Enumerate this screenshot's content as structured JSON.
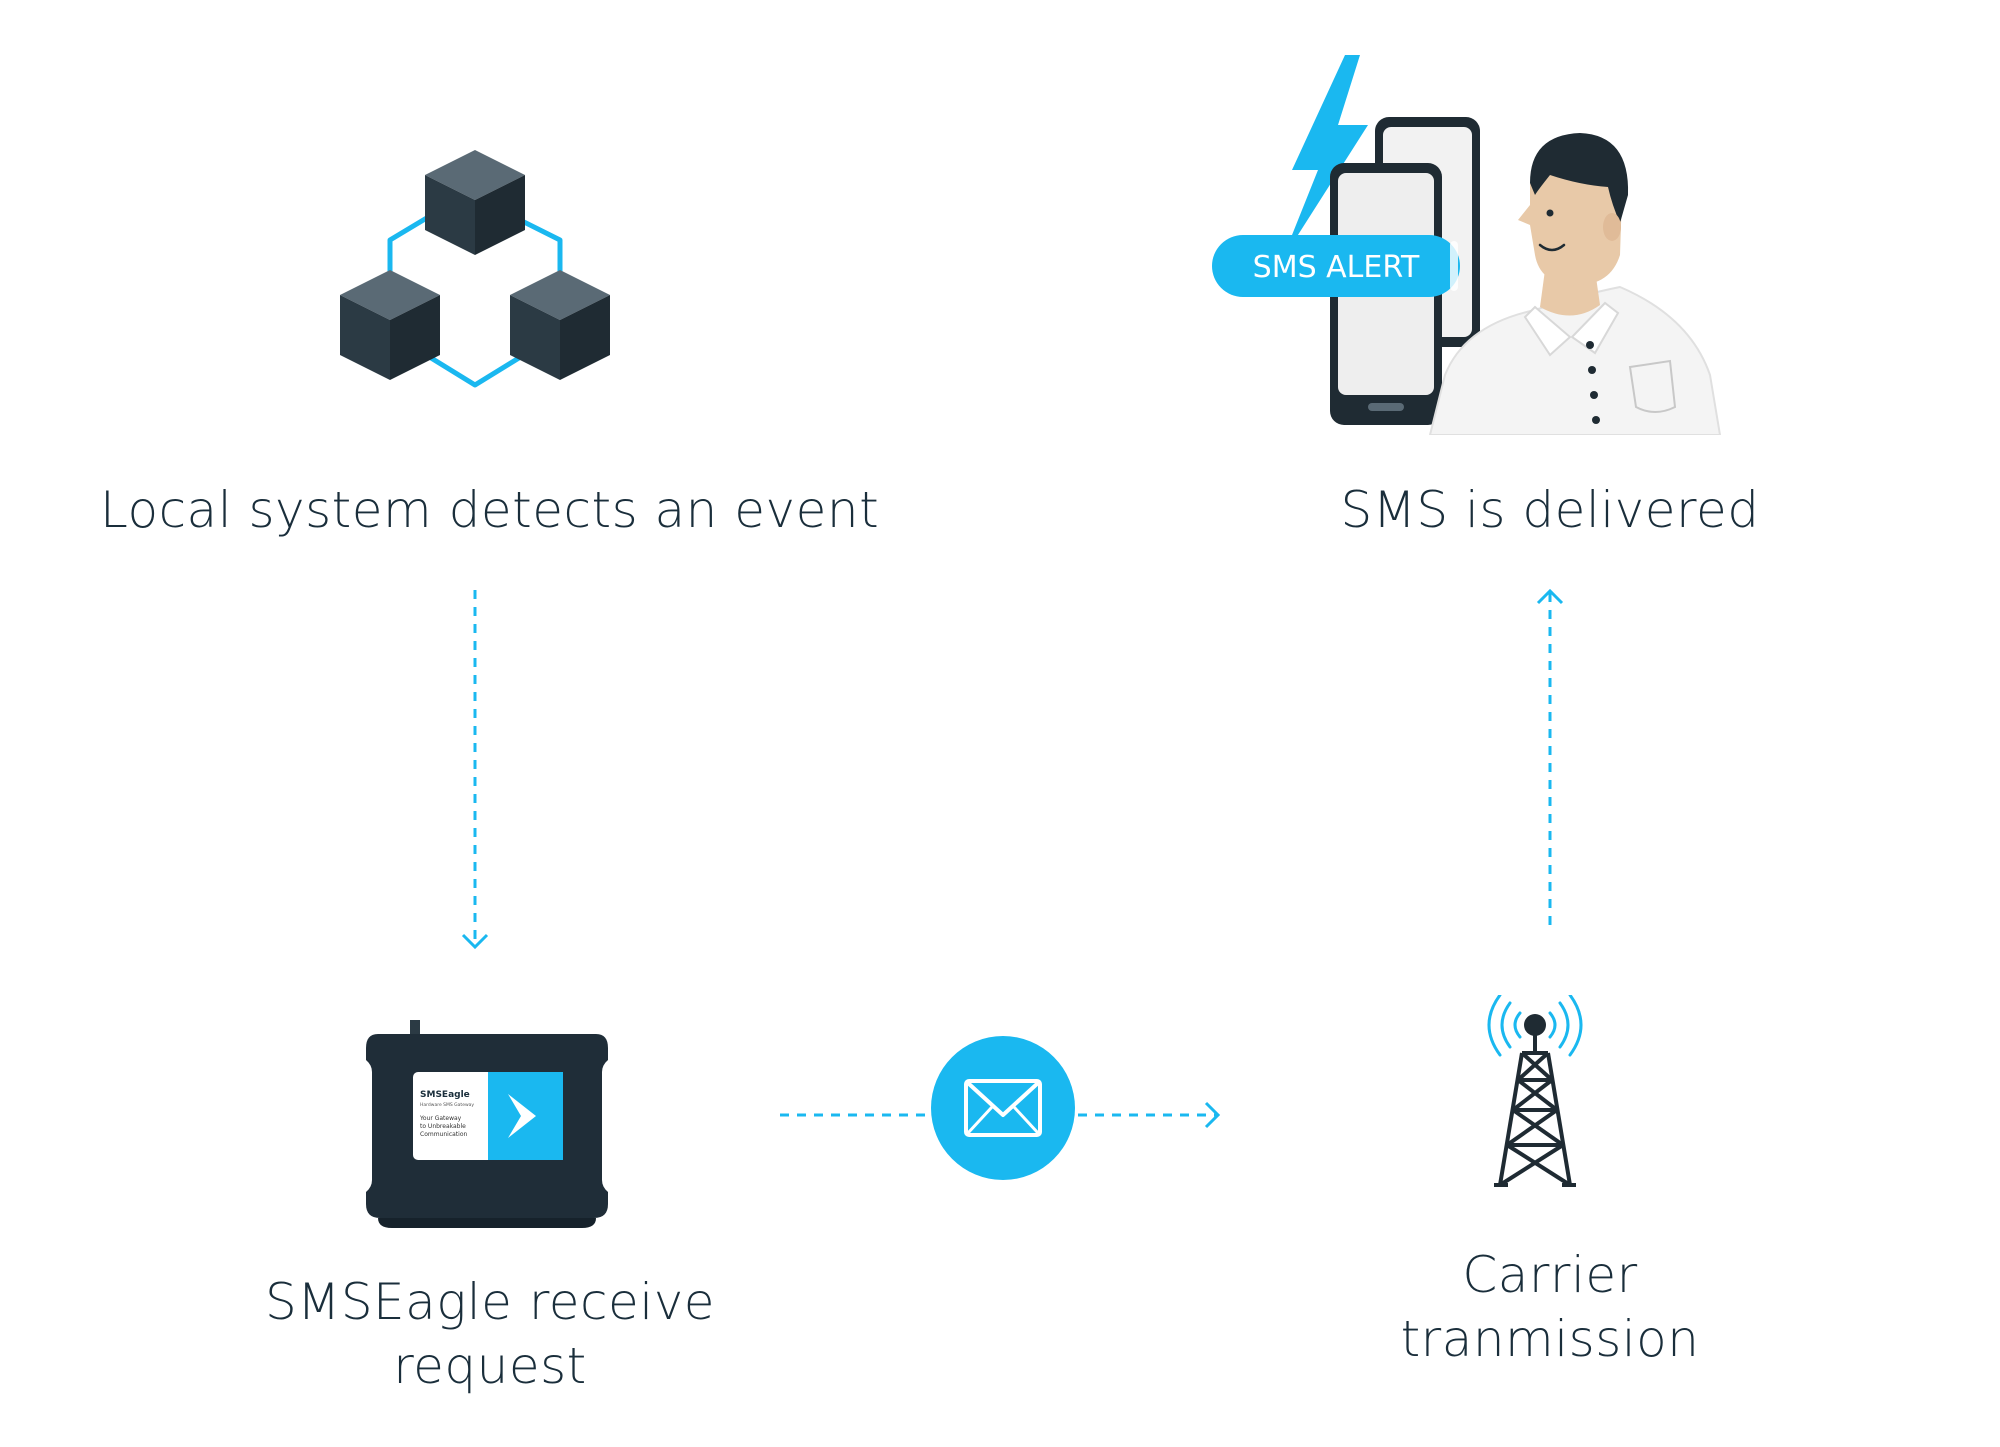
{
  "steps": {
    "local_system": {
      "label": "Local system detects an event"
    },
    "sms_delivered": {
      "label": "SMS is delivered",
      "badge": "SMS ALERT"
    },
    "smseagle": {
      "label_line1": "SMSEagle receive",
      "label_line2": "request",
      "device_brand": "SMSEagle",
      "device_tag": "Hardware SMS Gateway",
      "device_slogan_1": "Your Gateway",
      "device_slogan_2": "to Unbreakable",
      "device_slogan_3": "Communication"
    },
    "carrier": {
      "label_line1": "Carrier",
      "label_line2": "tranmission"
    }
  },
  "icons": {
    "event": "connected-cubes-icon",
    "delivered": "person-with-phones-icon",
    "gateway": "smseagle-device-icon",
    "message": "envelope-icon",
    "carrier": "radio-tower-icon"
  },
  "colors": {
    "accent": "#1ab8f0",
    "dark": "#2b3a44",
    "text": "#1a2e3b",
    "arrow": "#1ab8f0"
  }
}
